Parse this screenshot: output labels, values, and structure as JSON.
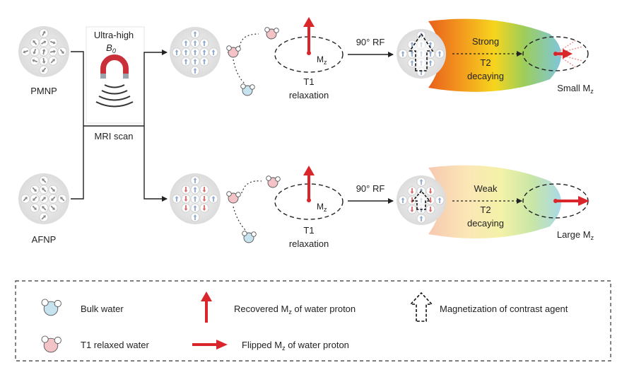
{
  "labels": {
    "pmnp": "PMNP",
    "afnp": "AFNP",
    "field_line1": "Ultra-high",
    "field_b": "B",
    "field_sub": "0",
    "mri": "MRI scan",
    "t1_top": "T1",
    "relax_top": "relaxation",
    "t1_bottom": "T1",
    "relax_bottom": "relaxation",
    "rf_top": "90°  RF",
    "rf_bottom": "90°  RF",
    "mz_top": "M",
    "mz_top_sub": "z",
    "mz_bottom": "M",
    "mz_bottom_sub": "z",
    "strong": "Strong",
    "weak": "Weak",
    "t2_top": "T2",
    "decay_top": "decaying",
    "t2_bottom": "T2",
    "decay_bottom": "decaying",
    "small": "Small M",
    "small_sub": "z",
    "large": "Large M",
    "large_sub": "z"
  },
  "legend": {
    "bulk": "Bulk water",
    "t1": "T1 relaxed water",
    "recovered": "Recovered M",
    "recovered_sub": "z",
    "recovered_rest": " of water proton",
    "flipped": "Flipped M",
    "flipped_sub": "z",
    "flipped_rest": " of water proton",
    "magnetization": "Magnetization of contrast agent"
  },
  "colors": {
    "accent_red": "#d9262b",
    "bulk_water": "#c7e3ef",
    "relaxed_water": "#f4c3c8",
    "spin_blue": "#8fa9cf",
    "spin_red": "#d46a6a",
    "spin_gray": "#8a8a8a"
  },
  "icons": {
    "field_magnet": "horseshoe-magnet-icon"
  }
}
